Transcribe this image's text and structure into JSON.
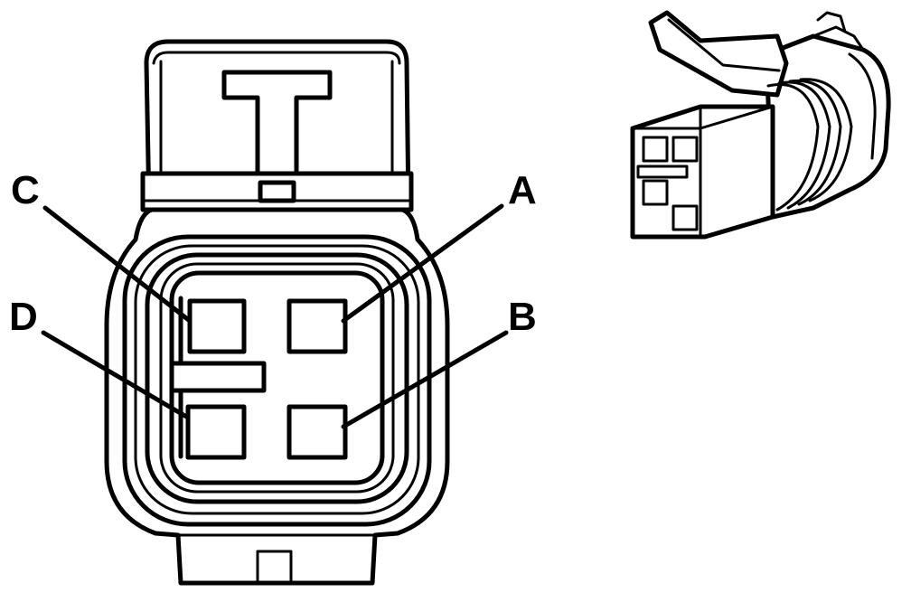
{
  "pin_labels": {
    "a": "A",
    "b": "B",
    "c": "C",
    "d": "D"
  },
  "colors": {
    "line": "#000000",
    "background": "#ffffff"
  }
}
